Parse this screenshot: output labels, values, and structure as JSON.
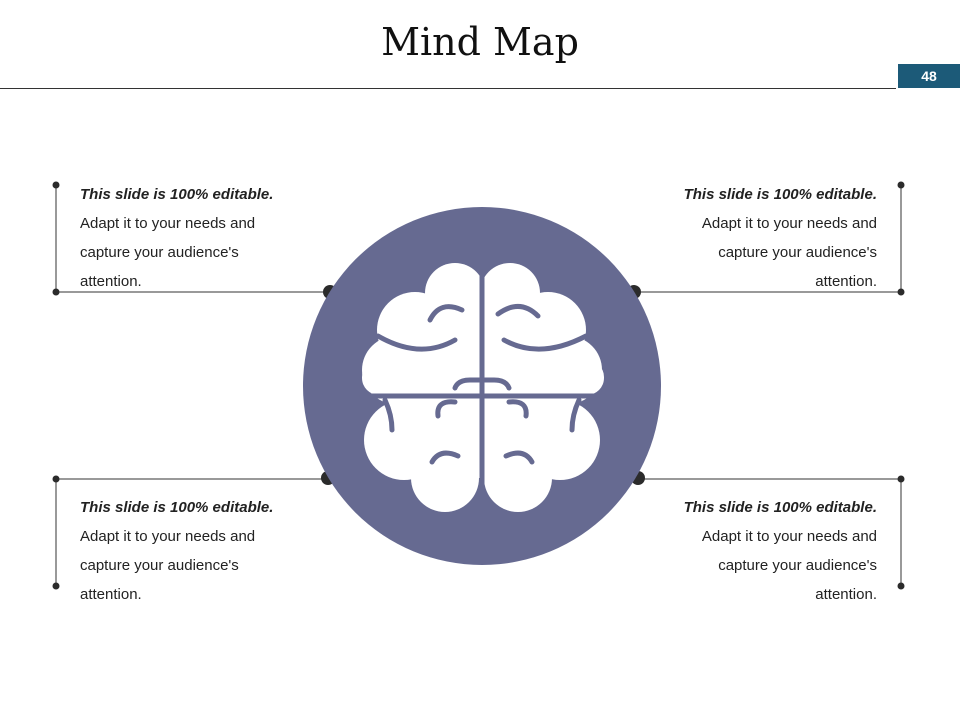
{
  "slide": {
    "title": "Mind Map",
    "page_number": "48"
  },
  "colors": {
    "circle": "#666a91",
    "badge": "#1c5a78",
    "connector": "#333333",
    "dot": "#2b2b2b",
    "brain": "#ffffff"
  },
  "center": {
    "icon": "brain-icon"
  },
  "blocks": [
    {
      "id": "top-left",
      "heading": "This slide is 100% editable.",
      "lines": [
        "Adapt it to your needs and",
        "capture your audience's",
        "attention."
      ]
    },
    {
      "id": "top-right",
      "heading": "This slide is 100% editable.",
      "lines": [
        "Adapt it to your needs and",
        "capture your audience's",
        "attention."
      ]
    },
    {
      "id": "bottom-left",
      "heading": "This slide is 100% editable.",
      "lines": [
        "Adapt it to your needs and",
        "capture your audience's",
        "attention."
      ]
    },
    {
      "id": "bottom-right",
      "heading": "This slide is 100% editable.",
      "lines": [
        "Adapt it to your needs and",
        "capture your audience's",
        "attention."
      ]
    }
  ]
}
